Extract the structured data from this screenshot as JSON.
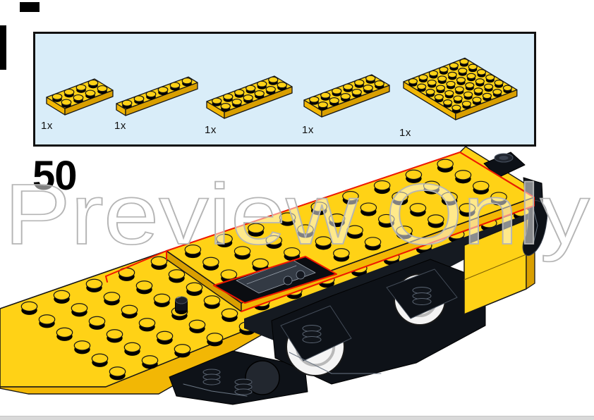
{
  "step": {
    "number": "50"
  },
  "watermark": {
    "text": "Preview Only",
    "stroke_color": "#b5b5b5"
  },
  "parts_callout": {
    "background": "#d9edf9",
    "border_color": "#111111",
    "parts": [
      {
        "name": "plate-2x4-yellow",
        "quantity_label": "1x",
        "studs_long": 4,
        "studs_wide": 2
      },
      {
        "name": "plate-1x6-yellow",
        "quantity_label": "1x",
        "studs_long": 6,
        "studs_wide": 1
      },
      {
        "name": "plate-2x6-yellow",
        "quantity_label": "1x",
        "studs_long": 6,
        "studs_wide": 2
      },
      {
        "name": "plate-2x6-yellow",
        "quantity_label": "1x",
        "studs_long": 6,
        "studs_wide": 2
      },
      {
        "name": "plate-6x6-yellow",
        "quantity_label": "1x",
        "studs_long": 6,
        "studs_wide": 6
      }
    ]
  },
  "model": {
    "subject": "yellow train flatcar chassis, isometric view",
    "new_part_outline_color": "#f01800"
  },
  "colors": {
    "brick_yellow": "#ffd216",
    "brick_yellow_mid": "#f2b705",
    "brick_yellow_dark": "#d99f00",
    "outline": "#161616",
    "black_part": "#0e1218",
    "wheel_light": "#f4f4f4",
    "footer_bar": "#d9d9d9"
  }
}
